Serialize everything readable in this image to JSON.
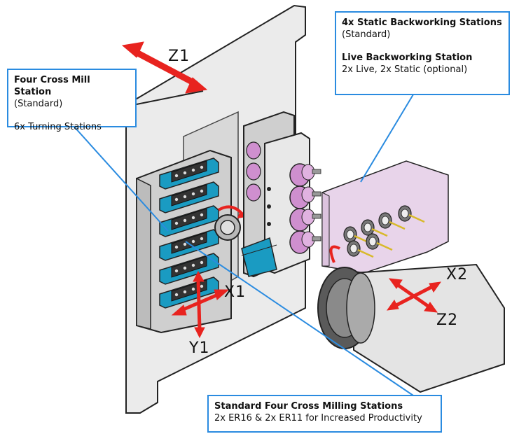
{
  "callouts": {
    "four_cross": {
      "title": "Four Cross Mill Station",
      "subtitle": "(Standard)",
      "line2": "6x Turning Stations"
    },
    "backworking": {
      "title1": "4x Static Backworking Stations",
      "subtitle1": "(Standard)",
      "title2": "Live Backworking Station",
      "subtitle2": "2x Live, 2x Static (optional)"
    },
    "std_cross": {
      "title": "Standard Four Cross Milling Stations",
      "subtitle": "2x ER16 & 2x ER11 for Increased Productivity"
    }
  },
  "axes": {
    "z1": "Z1",
    "x1": "X1",
    "y1": "Y1",
    "x2": "X2",
    "z2": "Z2"
  },
  "colors": {
    "callout_border": "#2a8be0",
    "arrow": "#e8231f",
    "tool_blue": "#1a9bc2",
    "collet_pink": "#cf8fcf",
    "plate": "#ebebeb",
    "backwork_plate": "#e8d4ea"
  }
}
